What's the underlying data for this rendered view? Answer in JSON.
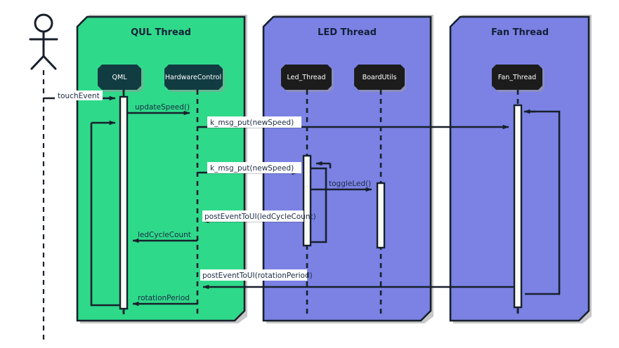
{
  "diagram": {
    "type": "uml-sequence-diagram",
    "title": "",
    "background_color": "#ffffff"
  },
  "colors": {
    "qul_thread_fill": "#2fd98a",
    "led_thread_fill": "#7b82e4",
    "fan_thread_fill": "#7b82e4",
    "qul_participant_fill": "#113c41",
    "thread_participant_fill": "#1c1c1c",
    "stroke": "#17202c",
    "activation_fill": "#fbfbf6",
    "label_text": "#1b2b44",
    "participant_text": "#ffffff"
  },
  "actor": {
    "name": "actor",
    "label": ""
  },
  "groups": [
    {
      "id": "qul",
      "label": "QUL Thread",
      "fill": "#2fd98a"
    },
    {
      "id": "led",
      "label": "LED Thread",
      "fill": "#7b82e4"
    },
    {
      "id": "fan",
      "label": "Fan Thread",
      "fill": "#7b82e4"
    }
  ],
  "participants": [
    {
      "id": "qml",
      "label": "QML",
      "group": "qul",
      "fill": "#113c41"
    },
    {
      "id": "hardwarecontrol",
      "label": "HardwareControl",
      "group": "qul",
      "fill": "#113c41"
    },
    {
      "id": "led_thread",
      "label": "Led_Thread",
      "group": "led",
      "fill": "#1c1c1c"
    },
    {
      "id": "boardutils",
      "label": "BoardUtils",
      "group": "led",
      "fill": "#1c1c1c"
    },
    {
      "id": "fan_thread",
      "label": "Fan_Thread",
      "group": "fan",
      "fill": "#1c1c1c"
    }
  ],
  "messages": [
    {
      "id": "m1",
      "label": "touchEvent",
      "from": "actor",
      "to": "qml",
      "boxed": true
    },
    {
      "id": "m2",
      "label": "updateSpeed()",
      "from": "qml",
      "to": "hardwarecontrol",
      "boxed": false
    },
    {
      "id": "m3",
      "label": "k_msg_put(newSpeed)",
      "from": "hardwarecontrol",
      "to": "fan_thread",
      "boxed": true
    },
    {
      "id": "m4",
      "label": "k_msg_put(newSpeed)",
      "from": "hardwarecontrol",
      "to": "led_thread",
      "boxed": true
    },
    {
      "id": "m5",
      "label": "toggleLed()",
      "from": "led_thread",
      "to": "boardutils",
      "boxed": false
    },
    {
      "id": "m6",
      "label": "postEventToUI(ledCycleCount)",
      "from": "led_thread",
      "to": "hardwarecontrol",
      "boxed": true
    },
    {
      "id": "m7",
      "label": "ledCycleCount",
      "from": "hardwarecontrol",
      "to": "qml",
      "boxed": false
    },
    {
      "id": "m8",
      "label": "postEventToUI(rotationPeriod)",
      "from": "fan_thread",
      "to": "hardwarecontrol",
      "boxed": true
    },
    {
      "id": "m9",
      "label": "rotationPeriod",
      "from": "hardwarecontrol",
      "to": "qml",
      "boxed": false
    }
  ]
}
